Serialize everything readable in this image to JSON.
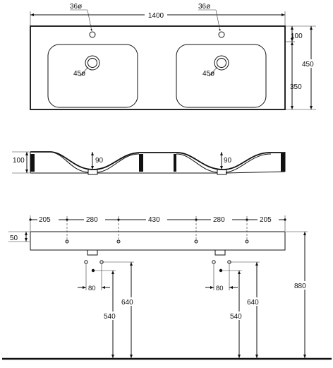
{
  "top_view": {
    "hole_diameter_left": "36ø",
    "hole_diameter_right": "36ø",
    "overall_width": "1400",
    "drain_left": "45ø",
    "drain_right": "45ø",
    "depth_top": "100",
    "depth_total": "450",
    "depth_basin": "350"
  },
  "section_view": {
    "height": "100",
    "bowl_depth_left": "90",
    "bowl_depth_right": "90"
  },
  "front_view": {
    "spacing": [
      "205",
      "280",
      "430",
      "280",
      "205"
    ],
    "top_thickness": "50",
    "trap_spacing_left": "80",
    "trap_spacing_right": "80",
    "height_640_left": "640",
    "height_540_left": "540",
    "height_640_right": "640",
    "height_540_right": "540",
    "floor_height": "880"
  }
}
